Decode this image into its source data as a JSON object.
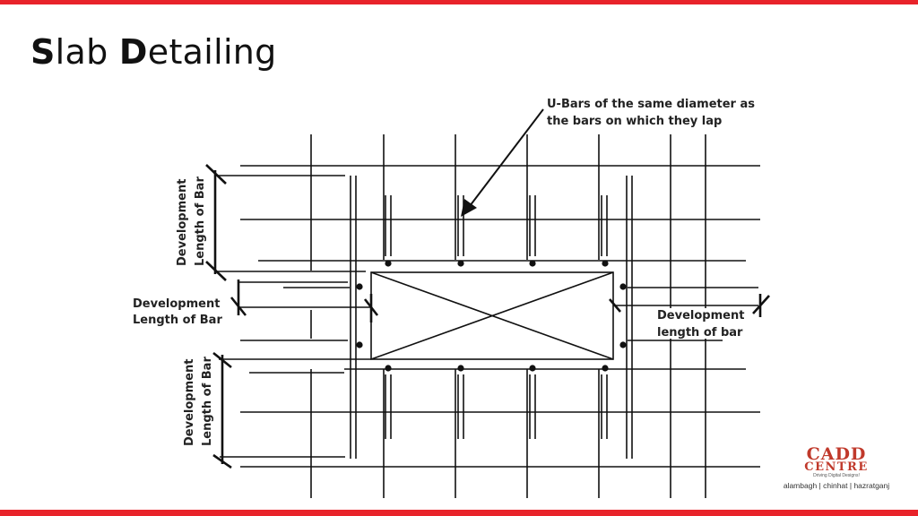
{
  "slide": {
    "title_first_initial": "S",
    "title_first_rest": "lab ",
    "title_second_initial": "D",
    "title_second_rest": "etailing"
  },
  "labels": {
    "ubar_line1": "U-Bars of the same diameter as",
    "ubar_line2": "the bars on which they lap",
    "dev_top_line1": "Development",
    "dev_top_line2": "Length of Bar",
    "dev_left_line1": "Development",
    "dev_left_line2": "Length of Bar",
    "dev_right_line1": "Development",
    "dev_right_line2": "length of bar",
    "dev_bottom_line1": "Development",
    "dev_bottom_line2": "Length of Bar"
  },
  "logo": {
    "line1": "CADD",
    "line2": "CENTRE",
    "tagline": "Driving Digital Designs!",
    "locations": "alambagh | chinhat | hazratganj"
  },
  "colors": {
    "accent": "#e8232a",
    "logo": "#c0392b",
    "line": "#111111"
  }
}
